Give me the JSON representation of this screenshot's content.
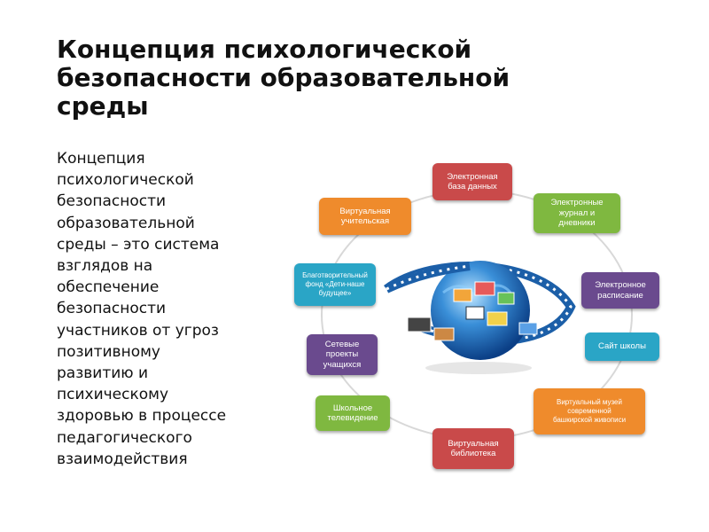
{
  "slide": {
    "title_lines": [
      "Концепция психологической",
      "безопасности образовательной",
      "среды"
    ],
    "body_lines": [
      "Концепция",
      "психологической",
      "безопасности",
      "образовательной",
      "среды – это система",
      "взглядов на",
      "обеспечение",
      "безопасности",
      "участников от угроз",
      "позитивному",
      "развитию и",
      "психическому",
      "здоровью в процессе",
      "педагогического",
      "взаимодействия"
    ]
  },
  "diagram": {
    "nodes": [
      {
        "id": "db",
        "lines": [
          "Электронная",
          "база данных"
        ],
        "color": "#c94a4a"
      },
      {
        "id": "journal",
        "lines": [
          "Электронные",
          "журнал и",
          "дневники"
        ],
        "color": "#7fb840"
      },
      {
        "id": "schedule",
        "lines": [
          "Электронное",
          "расписание"
        ],
        "color": "#6a4a8e"
      },
      {
        "id": "site",
        "lines": [
          "Сайт школы"
        ],
        "color": "#2aa5c6"
      },
      {
        "id": "museum",
        "lines": [
          "Виртуальный музей",
          "современной",
          "башкирской живописи"
        ],
        "color": "#ef8b2c"
      },
      {
        "id": "library",
        "lines": [
          "Виртуальная",
          "библиотека"
        ],
        "color": "#c94a4a"
      },
      {
        "id": "tv",
        "lines": [
          "Школьное",
          "телевидение"
        ],
        "color": "#7fb840"
      },
      {
        "id": "projects",
        "lines": [
          "Сетевые",
          "проекты",
          "учащихся"
        ],
        "color": "#6a4a8e"
      },
      {
        "id": "fund",
        "lines": [
          "Благотворительный",
          "фонд «Дети-наше",
          "будущее»"
        ],
        "color": "#2aa5c6"
      },
      {
        "id": "teacher",
        "lines": [
          "Виртуальная",
          "учительская"
        ],
        "color": "#ef8b2c"
      }
    ],
    "center_icon": "globe-with-film-ring"
  }
}
